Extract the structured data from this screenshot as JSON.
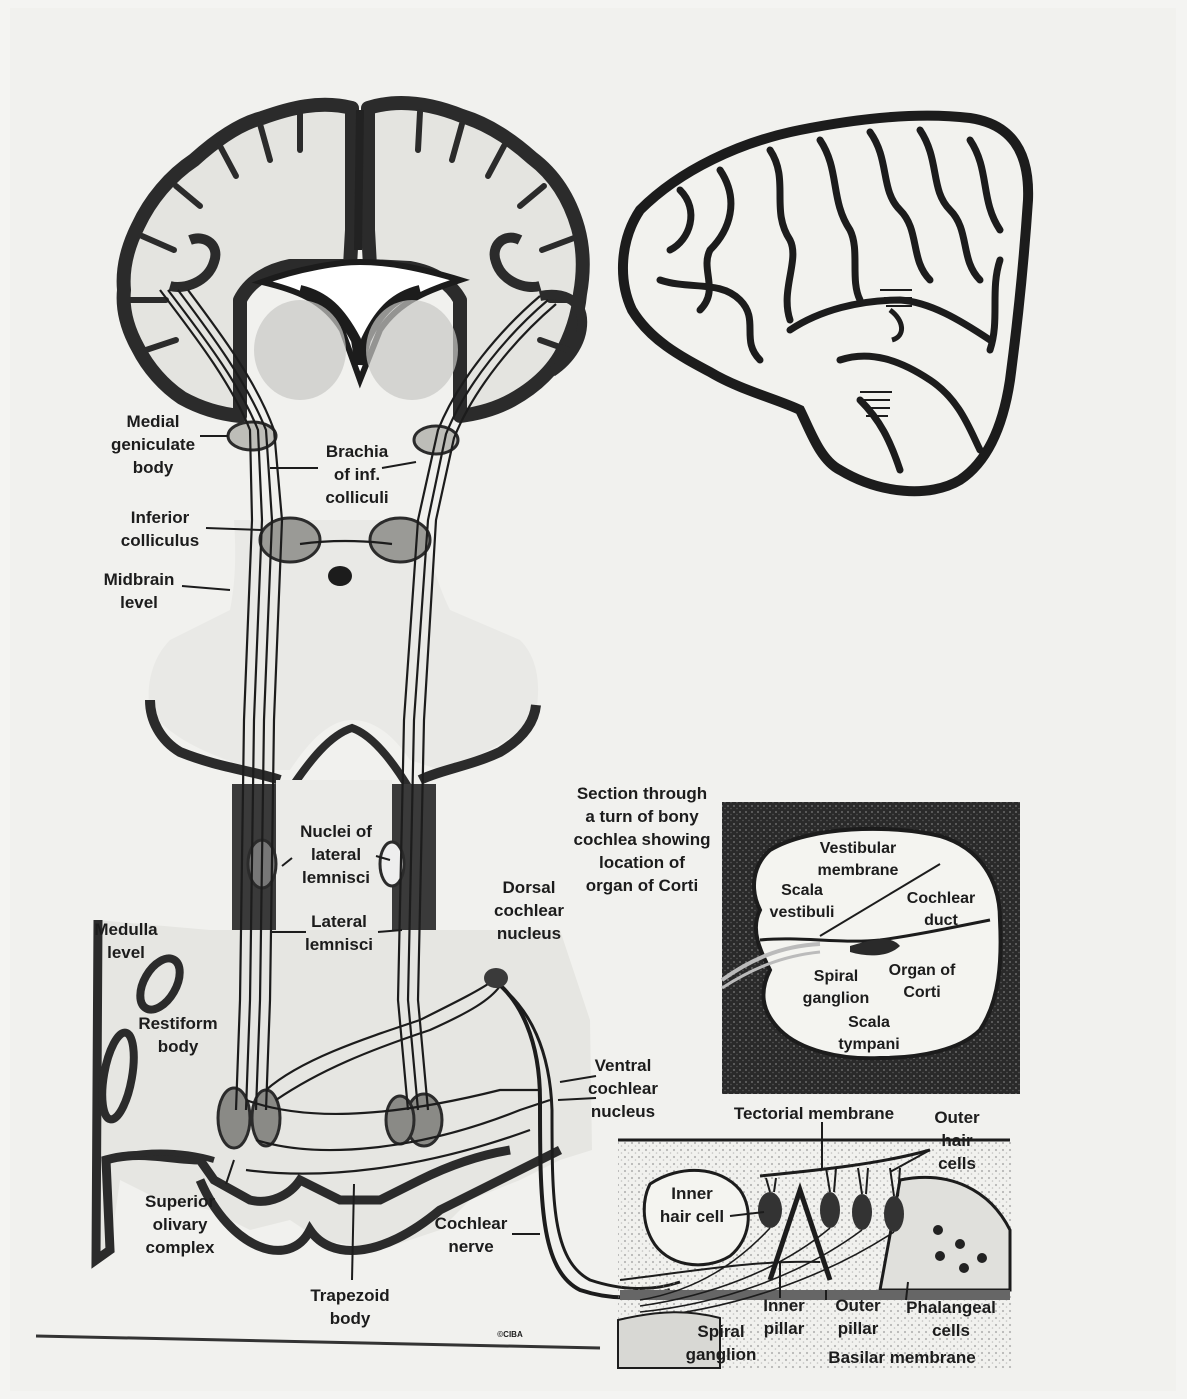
{
  "labels": {
    "medial_geniculate": [
      "Medial",
      "geniculate",
      "body"
    ],
    "brachia": [
      "Brachia",
      "of inf.",
      "colliculi"
    ],
    "inferior_colliculus": [
      "Inferior",
      "colliculus"
    ],
    "midbrain_level": [
      "Midbrain",
      "level"
    ],
    "nuclei_lateral_lemnisci": [
      "Nuclei of",
      "lateral",
      "lemnisci"
    ],
    "lateral_lemnisci": [
      "Lateral",
      "lemnisci"
    ],
    "medulla_level": [
      "Medulla",
      "level"
    ],
    "restiform_body": [
      "Restiform",
      "body"
    ],
    "dorsal_cochlear": [
      "Dorsal",
      "cochlear",
      "nucleus"
    ],
    "ventral_cochlear": [
      "Ventral",
      "cochlear",
      "nucleus"
    ],
    "superior_olivary": [
      "Superior",
      "olivary",
      "complex"
    ],
    "trapezoid_body": [
      "Trapezoid",
      "body"
    ],
    "cochlear_nerve": [
      "Cochlear",
      "nerve"
    ],
    "section_caption": [
      "Section through",
      "a turn of bony",
      "cochlea showing",
      "location of",
      "organ of Corti"
    ],
    "vestibular_membrane": [
      "Vestibular",
      "membrane"
    ],
    "scala_vestibuli": [
      "Scala",
      "vestibuli"
    ],
    "cochlear_duct": [
      "Cochlear",
      "duct"
    ],
    "spiral_ganglion_inset": [
      "Spiral",
      "ganglion"
    ],
    "organ_of_corti": [
      "Organ of",
      "Corti"
    ],
    "scala_tympani": [
      "Scala",
      "tympani"
    ],
    "tectorial_membrane": "Tectorial membrane",
    "outer_hair_cells": [
      "Outer",
      "hair",
      "cells"
    ],
    "inner_hair_cell": [
      "Inner",
      "hair cell"
    ],
    "inner_pillar": [
      "Inner",
      "pillar"
    ],
    "outer_pillar": [
      "Outer",
      "pillar"
    ],
    "phalangeal_cells": [
      "Phalangeal",
      "cells"
    ],
    "spiral_ganglion": [
      "Spiral",
      "ganglion"
    ],
    "basilar_membrane": "Basilar membrane",
    "copyright": "©CIBA"
  }
}
